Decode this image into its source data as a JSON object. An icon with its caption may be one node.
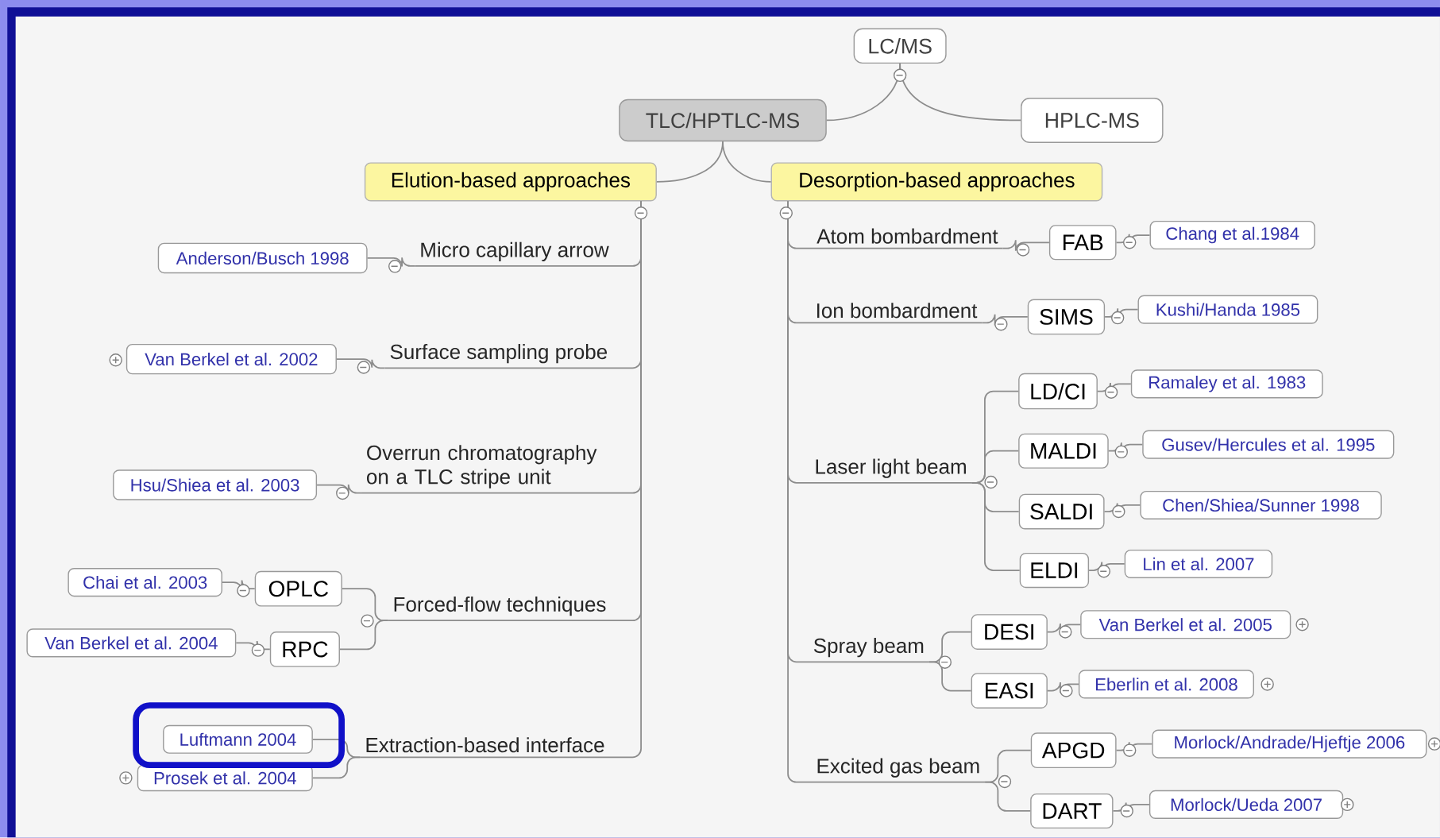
{
  "diagram": {
    "nodes": [
      {
        "text": [
          "TLC/HPTLC-MS"
        ]
      },
      {
        "text": [
          "LC/MS"
        ]
      },
      {
        "text": [
          "HPLC-MS"
        ]
      },
      {
        "text": [
          "Elution-based approaches"
        ]
      },
      {
        "text": [
          "Desorption-based approaches"
        ]
      },
      {
        "text": [
          "Micro capillary arrow"
        ]
      },
      {
        "text": [
          "Anderson/Busch 1998"
        ]
      },
      {
        "text": [
          "Surface sampling probe"
        ]
      },
      {
        "text": [
          "Van Berkel et al. 2002"
        ]
      },
      {
        "text": [
          "Overrun chromatography on a TLC stripe unit"
        ]
      },
      {
        "text": [
          "Hsu/Shiea et al. 2003"
        ]
      },
      {
        "text": [
          "Forced-flow techniques"
        ]
      },
      {
        "text": [
          "OPLC"
        ]
      },
      {
        "text": [
          "Chai et al. 2003"
        ]
      },
      {
        "text": [
          "RPC"
        ]
      },
      {
        "text": [
          "Van Berkel et al. 2004"
        ]
      },
      {
        "text": [
          "Extraction-based interface"
        ]
      },
      {
        "text": [
          "Luftmann 2004"
        ]
      },
      {
        "text": [
          "Prosek et al. 2004"
        ]
      },
      {
        "text": [
          "Atom bombardment"
        ]
      },
      {
        "text": [
          "FAB"
        ]
      },
      {
        "text": [
          "Chang et al.1984"
        ]
      },
      {
        "text": [
          "Ion bombardment"
        ]
      },
      {
        "text": [
          "SIMS"
        ]
      },
      {
        "text": [
          "Kushi/Handa 1985"
        ]
      },
      {
        "text": [
          "Laser light beam"
        ]
      },
      {
        "text": [
          "LD/CI"
        ]
      },
      {
        "text": [
          "Ramaley et al. 1983"
        ]
      },
      {
        "text": [
          "MALDI"
        ]
      },
      {
        "text": [
          "Gusev/Hercules et al. 1995"
        ]
      },
      {
        "text": [
          "SALDI"
        ]
      },
      {
        "text": [
          "Chen/Shiea/Sunner 1998"
        ]
      },
      {
        "text": [
          "ELDI"
        ]
      },
      {
        "text": [
          "Lin et al. 2007"
        ]
      },
      {
        "text": [
          "Spray beam"
        ]
      },
      {
        "text": [
          "DESI"
        ]
      },
      {
        "text": [
          "Van Berkel et al. 2005"
        ]
      },
      {
        "text": [
          "EASI"
        ]
      },
      {
        "text": [
          "Eberlin et al. 2008"
        ]
      },
      {
        "text": [
          "Excited gas beam"
        ]
      },
      {
        "text": [
          "APGD"
        ]
      },
      {
        "text": [
          "Morlock/Andrade/Hjeftje 2006"
        ]
      },
      {
        "text": [
          "DART"
        ]
      },
      {
        "text": [
          "Morlock/Ueda 2007"
        ]
      }
    ],
    "edges": [
      {
        "from": 1,
        "to": 0,
        "arrow": "none"
      },
      {
        "from": 1,
        "to": 2,
        "arrow": "none"
      },
      {
        "from": 0,
        "to": 3,
        "arrow": "none"
      },
      {
        "from": 0,
        "to": 4,
        "arrow": "none"
      },
      {
        "from": 3,
        "to": 5,
        "arrow": "none"
      },
      {
        "from": 5,
        "to": 6,
        "arrow": "none"
      },
      {
        "from": 3,
        "to": 7,
        "arrow": "none"
      },
      {
        "from": 7,
        "to": 8,
        "arrow": "none"
      },
      {
        "from": 3,
        "to": 9,
        "arrow": "none"
      },
      {
        "from": 9,
        "to": 10,
        "arrow": "none"
      },
      {
        "from": 3,
        "to": 11,
        "arrow": "none"
      },
      {
        "from": 11,
        "to": 12,
        "arrow": "none"
      },
      {
        "from": 12,
        "to": 13,
        "arrow": "none"
      },
      {
        "from": 11,
        "to": 14,
        "arrow": "none"
      },
      {
        "from": 14,
        "to": 15,
        "arrow": "none"
      },
      {
        "from": 3,
        "to": 16,
        "arrow": "none"
      },
      {
        "from": 16,
        "to": 17,
        "arrow": "none"
      },
      {
        "from": 16,
        "to": 18,
        "arrow": "none"
      },
      {
        "from": 4,
        "to": 19,
        "arrow": "none"
      },
      {
        "from": 19,
        "to": 20,
        "arrow": "none"
      },
      {
        "from": 20,
        "to": 21,
        "arrow": "none"
      },
      {
        "from": 4,
        "to": 22,
        "arrow": "none"
      },
      {
        "from": 22,
        "to": 23,
        "arrow": "none"
      },
      {
        "from": 23,
        "to": 24,
        "arrow": "none"
      },
      {
        "from": 4,
        "to": 25,
        "arrow": "none"
      },
      {
        "from": 25,
        "to": 26,
        "arrow": "none"
      },
      {
        "from": 26,
        "to": 27,
        "arrow": "none"
      },
      {
        "from": 25,
        "to": 28,
        "arrow": "none"
      },
      {
        "from": 28,
        "to": 29,
        "arrow": "none"
      },
      {
        "from": 25,
        "to": 30,
        "arrow": "none"
      },
      {
        "from": 30,
        "to": 31,
        "arrow": "none"
      },
      {
        "from": 25,
        "to": 32,
        "arrow": "none"
      },
      {
        "from": 32,
        "to": 33,
        "arrow": "none"
      },
      {
        "from": 4,
        "to": 34,
        "arrow": "none"
      },
      {
        "from": 34,
        "to": 35,
        "arrow": "none"
      },
      {
        "from": 35,
        "to": 36,
        "arrow": "none"
      },
      {
        "from": 34,
        "to": 37,
        "arrow": "none"
      },
      {
        "from": 37,
        "to": 38,
        "arrow": "none"
      },
      {
        "from": 4,
        "to": 39,
        "arrow": "none"
      },
      {
        "from": 39,
        "to": 40,
        "arrow": "none"
      },
      {
        "from": 40,
        "to": 41,
        "arrow": "none"
      },
      {
        "from": 39,
        "to": 42,
        "arrow": "none"
      },
      {
        "from": 42,
        "to": 43,
        "arrow": "none"
      }
    ]
  }
}
